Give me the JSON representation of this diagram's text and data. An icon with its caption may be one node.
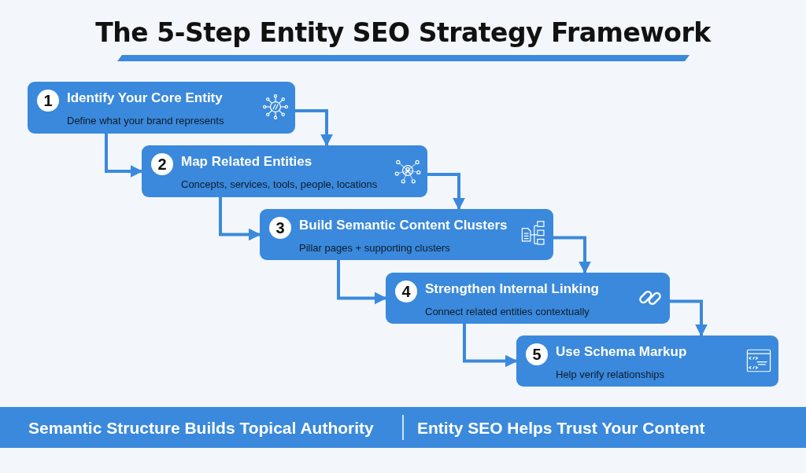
{
  "diagram": {
    "title": "The 5-Step Entity SEO Strategy Framework",
    "nodes": [
      {
        "text": [
          "1",
          "Identify Your Core Entity",
          "Define what your brand represents"
        ]
      },
      {
        "text": [
          "2",
          "Map Related Entities",
          "Concepts, services, tools, people, locations"
        ]
      },
      {
        "text": [
          "3",
          "Build Semantic Content Clusters",
          "Pillar pages + supporting clusters"
        ]
      },
      {
        "text": [
          "4",
          "Strengthen Internal Linking",
          "Connect related entities contextually"
        ]
      },
      {
        "text": [
          "5",
          "Use Schema Markup",
          "Help verify relationships"
        ]
      }
    ],
    "edges": [
      {
        "from": 0,
        "to": 1,
        "arrow": "to"
      },
      {
        "from": 0,
        "to": 1,
        "arrow": "to"
      },
      {
        "from": 1,
        "to": 2,
        "arrow": "to"
      },
      {
        "from": 1,
        "to": 2,
        "arrow": "to"
      },
      {
        "from": 2,
        "to": 3,
        "arrow": "to"
      },
      {
        "from": 2,
        "to": 3,
        "arrow": "to"
      },
      {
        "from": 3,
        "to": 4,
        "arrow": "to"
      },
      {
        "from": 3,
        "to": 4,
        "arrow": "to"
      }
    ],
    "labels": [
      "Semantic Structure Builds Topical Authority",
      "Entity SEO Helps Trust Your Content"
    ]
  }
}
